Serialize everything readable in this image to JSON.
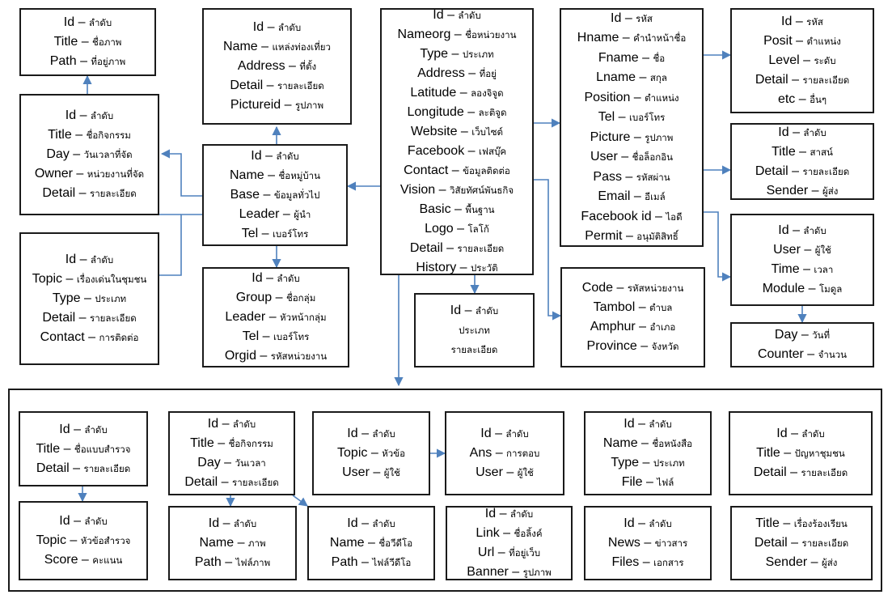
{
  "boxes": {
    "picture": [
      [
        "Id",
        "ลำดับ"
      ],
      [
        "Title",
        "ชื่อภาพ"
      ],
      [
        "Path",
        "ที่อยู่ภาพ"
      ]
    ],
    "activity": [
      [
        "Id",
        "ลำดับ"
      ],
      [
        "Title",
        "ชื่อกิจกรรม"
      ],
      [
        "Day",
        "วันเวลาที่จัด"
      ],
      [
        "Owner",
        "หน่วยงานที่จัด"
      ],
      [
        "Detail",
        "รายละเอียด"
      ]
    ],
    "highlight": [
      [
        "Id",
        "ลำดับ"
      ],
      [
        "Topic",
        "เรื่องเด่นในชุมชน"
      ],
      [
        "Type",
        "ประเภท"
      ],
      [
        "Detail",
        "รายละเอียด"
      ],
      [
        "Contact",
        "การติดต่อ"
      ]
    ],
    "attraction": [
      [
        "Id",
        "ลำดับ"
      ],
      [
        "Name",
        "แหล่งท่องเที่ยว"
      ],
      [
        "Address",
        "ที่ตั้ง"
      ],
      [
        "Detail",
        "รายละเอียด"
      ],
      [
        "Pictureid",
        "รูปภาพ"
      ]
    ],
    "village": [
      [
        "Id",
        "ลำดับ"
      ],
      [
        "Name",
        "ชื่อหมู่บ้าน"
      ],
      [
        "Base",
        "ข้อมูลทั่วไป"
      ],
      [
        "Leader",
        "ผู้นำ"
      ],
      [
        "Tel",
        "เบอร์โทร"
      ]
    ],
    "group": [
      [
        "Id",
        "ลำดับ"
      ],
      [
        "Group",
        "ชื่อกลุ่ม"
      ],
      [
        "Leader",
        "หัวหน้ากลุ่ม"
      ],
      [
        "Tel",
        "เบอร์โทร"
      ],
      [
        "Orgid",
        "รหัสหน่วยงาน"
      ]
    ],
    "org": [
      [
        "Id",
        "ลำดับ"
      ],
      [
        "Nameorg",
        "ชื่อหน่วยงาน"
      ],
      [
        "Type",
        "ประเภท"
      ],
      [
        "Address",
        "ที่อยู่"
      ],
      [
        "Latitude",
        "ลองจิจูด"
      ],
      [
        "Longitude",
        "ละติจูด"
      ],
      [
        "Website",
        "เว็บไซต์"
      ],
      [
        "Facebook",
        "เฟสบุ๊ค"
      ],
      [
        "Contact",
        "ข้อมูลติดต่อ"
      ],
      [
        "Vision",
        "วิสัยทัศน์พันธกิจ"
      ],
      [
        "Basic",
        "พื้นฐาน"
      ],
      [
        "Logo",
        "โลโก้"
      ],
      [
        "Detail",
        "รายละเอียด"
      ],
      [
        "History",
        "ประวัติ"
      ]
    ],
    "orgtype": [
      [
        "Id",
        "ลำดับ"
      ],
      [
        "",
        "ประเภท"
      ],
      [
        "",
        "รายละเอียด"
      ]
    ],
    "area": [
      [
        "Code",
        "รหัสหน่วยงาน"
      ],
      [
        "Tambol",
        "ตำบล"
      ],
      [
        "Amphur",
        "อำเภอ"
      ],
      [
        "Province",
        "จังหวัด"
      ]
    ],
    "member": [
      [
        "Id",
        "รหัส"
      ],
      [
        "Hname",
        "คำนำหน้าชื่อ"
      ],
      [
        "Fname",
        "ชื่อ"
      ],
      [
        "Lname",
        "สกุล"
      ],
      [
        "Position",
        "ตำแหน่ง"
      ],
      [
        "Tel",
        "เบอร์โทร"
      ],
      [
        "Picture",
        "รูปภาพ"
      ],
      [
        "User",
        "ชื่อล็อกอิน"
      ],
      [
        "Pass",
        "รหัสผ่าน"
      ],
      [
        "Email",
        "อีเมล์"
      ],
      [
        "Facebook id",
        "ไอดี"
      ],
      [
        "Permit",
        "อนุมัติสิทธิ์"
      ]
    ],
    "position": [
      [
        "Id",
        "รหัส"
      ],
      [
        "Posit",
        "ตำแหน่ง"
      ],
      [
        "Level",
        "ระดับ"
      ],
      [
        "Detail",
        "รายละเอียด"
      ],
      [
        "etc",
        "อื่นๆ"
      ]
    ],
    "message": [
      [
        "Id",
        "ลำดับ"
      ],
      [
        "Title",
        "สาสน์"
      ],
      [
        "Detail",
        "รายละเอียด"
      ],
      [
        "Sender",
        "ผู้ส่ง"
      ]
    ],
    "log": [
      [
        "Id",
        "ลำดับ"
      ],
      [
        "User",
        "ผู้ใช้"
      ],
      [
        "Time",
        "เวลา"
      ],
      [
        "Module",
        "โมดูล"
      ]
    ],
    "counter": [
      [
        "Day",
        "วันที่"
      ],
      [
        "Counter",
        "จำนวน"
      ]
    ],
    "survey": [
      [
        "Id",
        "ลำดับ"
      ],
      [
        "Title",
        "ชื่อแบบสำรวจ"
      ],
      [
        "Detail",
        "รายละเอียด"
      ]
    ],
    "surveytopic": [
      [
        "Id",
        "ลำดับ"
      ],
      [
        "Topic",
        "หัวข้อสำรวจ"
      ],
      [
        "Score",
        "คะแนน"
      ]
    ],
    "event": [
      [
        "Id",
        "ลำดับ"
      ],
      [
        "Title",
        "ชื่อกิจกรรม"
      ],
      [
        "Day",
        "วันเวลา"
      ],
      [
        "Detail",
        "รายละเอียด"
      ]
    ],
    "eventpic": [
      [
        "Id",
        "ลำดับ"
      ],
      [
        "Name",
        "ภาพ"
      ],
      [
        "Path",
        "ไฟล์ภาพ"
      ]
    ],
    "eventvid": [
      [
        "Id",
        "ลำดับ"
      ],
      [
        "Name",
        "ชื่อวีดีโอ"
      ],
      [
        "Path",
        "ไฟล์วีดีโอ"
      ]
    ],
    "board": [
      [
        "Id",
        "ลำดับ"
      ],
      [
        "Topic",
        "หัวข้อ"
      ],
      [
        "User",
        "ผู้ใช้"
      ]
    ],
    "answer": [
      [
        "Id",
        "ลำดับ"
      ],
      [
        "Ans",
        "การตอบ"
      ],
      [
        "User",
        "ผู้ใช้"
      ]
    ],
    "book": [
      [
        "Id",
        "ลำดับ"
      ],
      [
        "Name",
        "ชื่อหนังสือ"
      ],
      [
        "Type",
        "ประเภท"
      ],
      [
        "File",
        "ไฟล์"
      ]
    ],
    "problem": [
      [
        "Id",
        "ลำดับ"
      ],
      [
        "Title",
        "ปัญหาชุมชน"
      ],
      [
        "Detail",
        "รายละเอียด"
      ]
    ],
    "links": [
      [
        "Id",
        "ลำดับ"
      ],
      [
        "Link",
        "ชื่อลิ้งค์"
      ],
      [
        "Url",
        "ที่อยู่เว็บ"
      ],
      [
        "Banner",
        "รูปภาพ"
      ]
    ],
    "news": [
      [
        "Id",
        "ลำดับ"
      ],
      [
        "News",
        "ข่าวสาร"
      ],
      [
        "Files",
        "เอกสาร"
      ]
    ],
    "complaint": [
      [
        "Title",
        "เรื่องร้องเรียน"
      ],
      [
        "Detail",
        "รายละเอียด"
      ],
      [
        "Sender",
        "ผู้ส่ง"
      ]
    ]
  },
  "colors": {
    "arrow": "#4f81bd",
    "border": "#1a1a1a"
  }
}
